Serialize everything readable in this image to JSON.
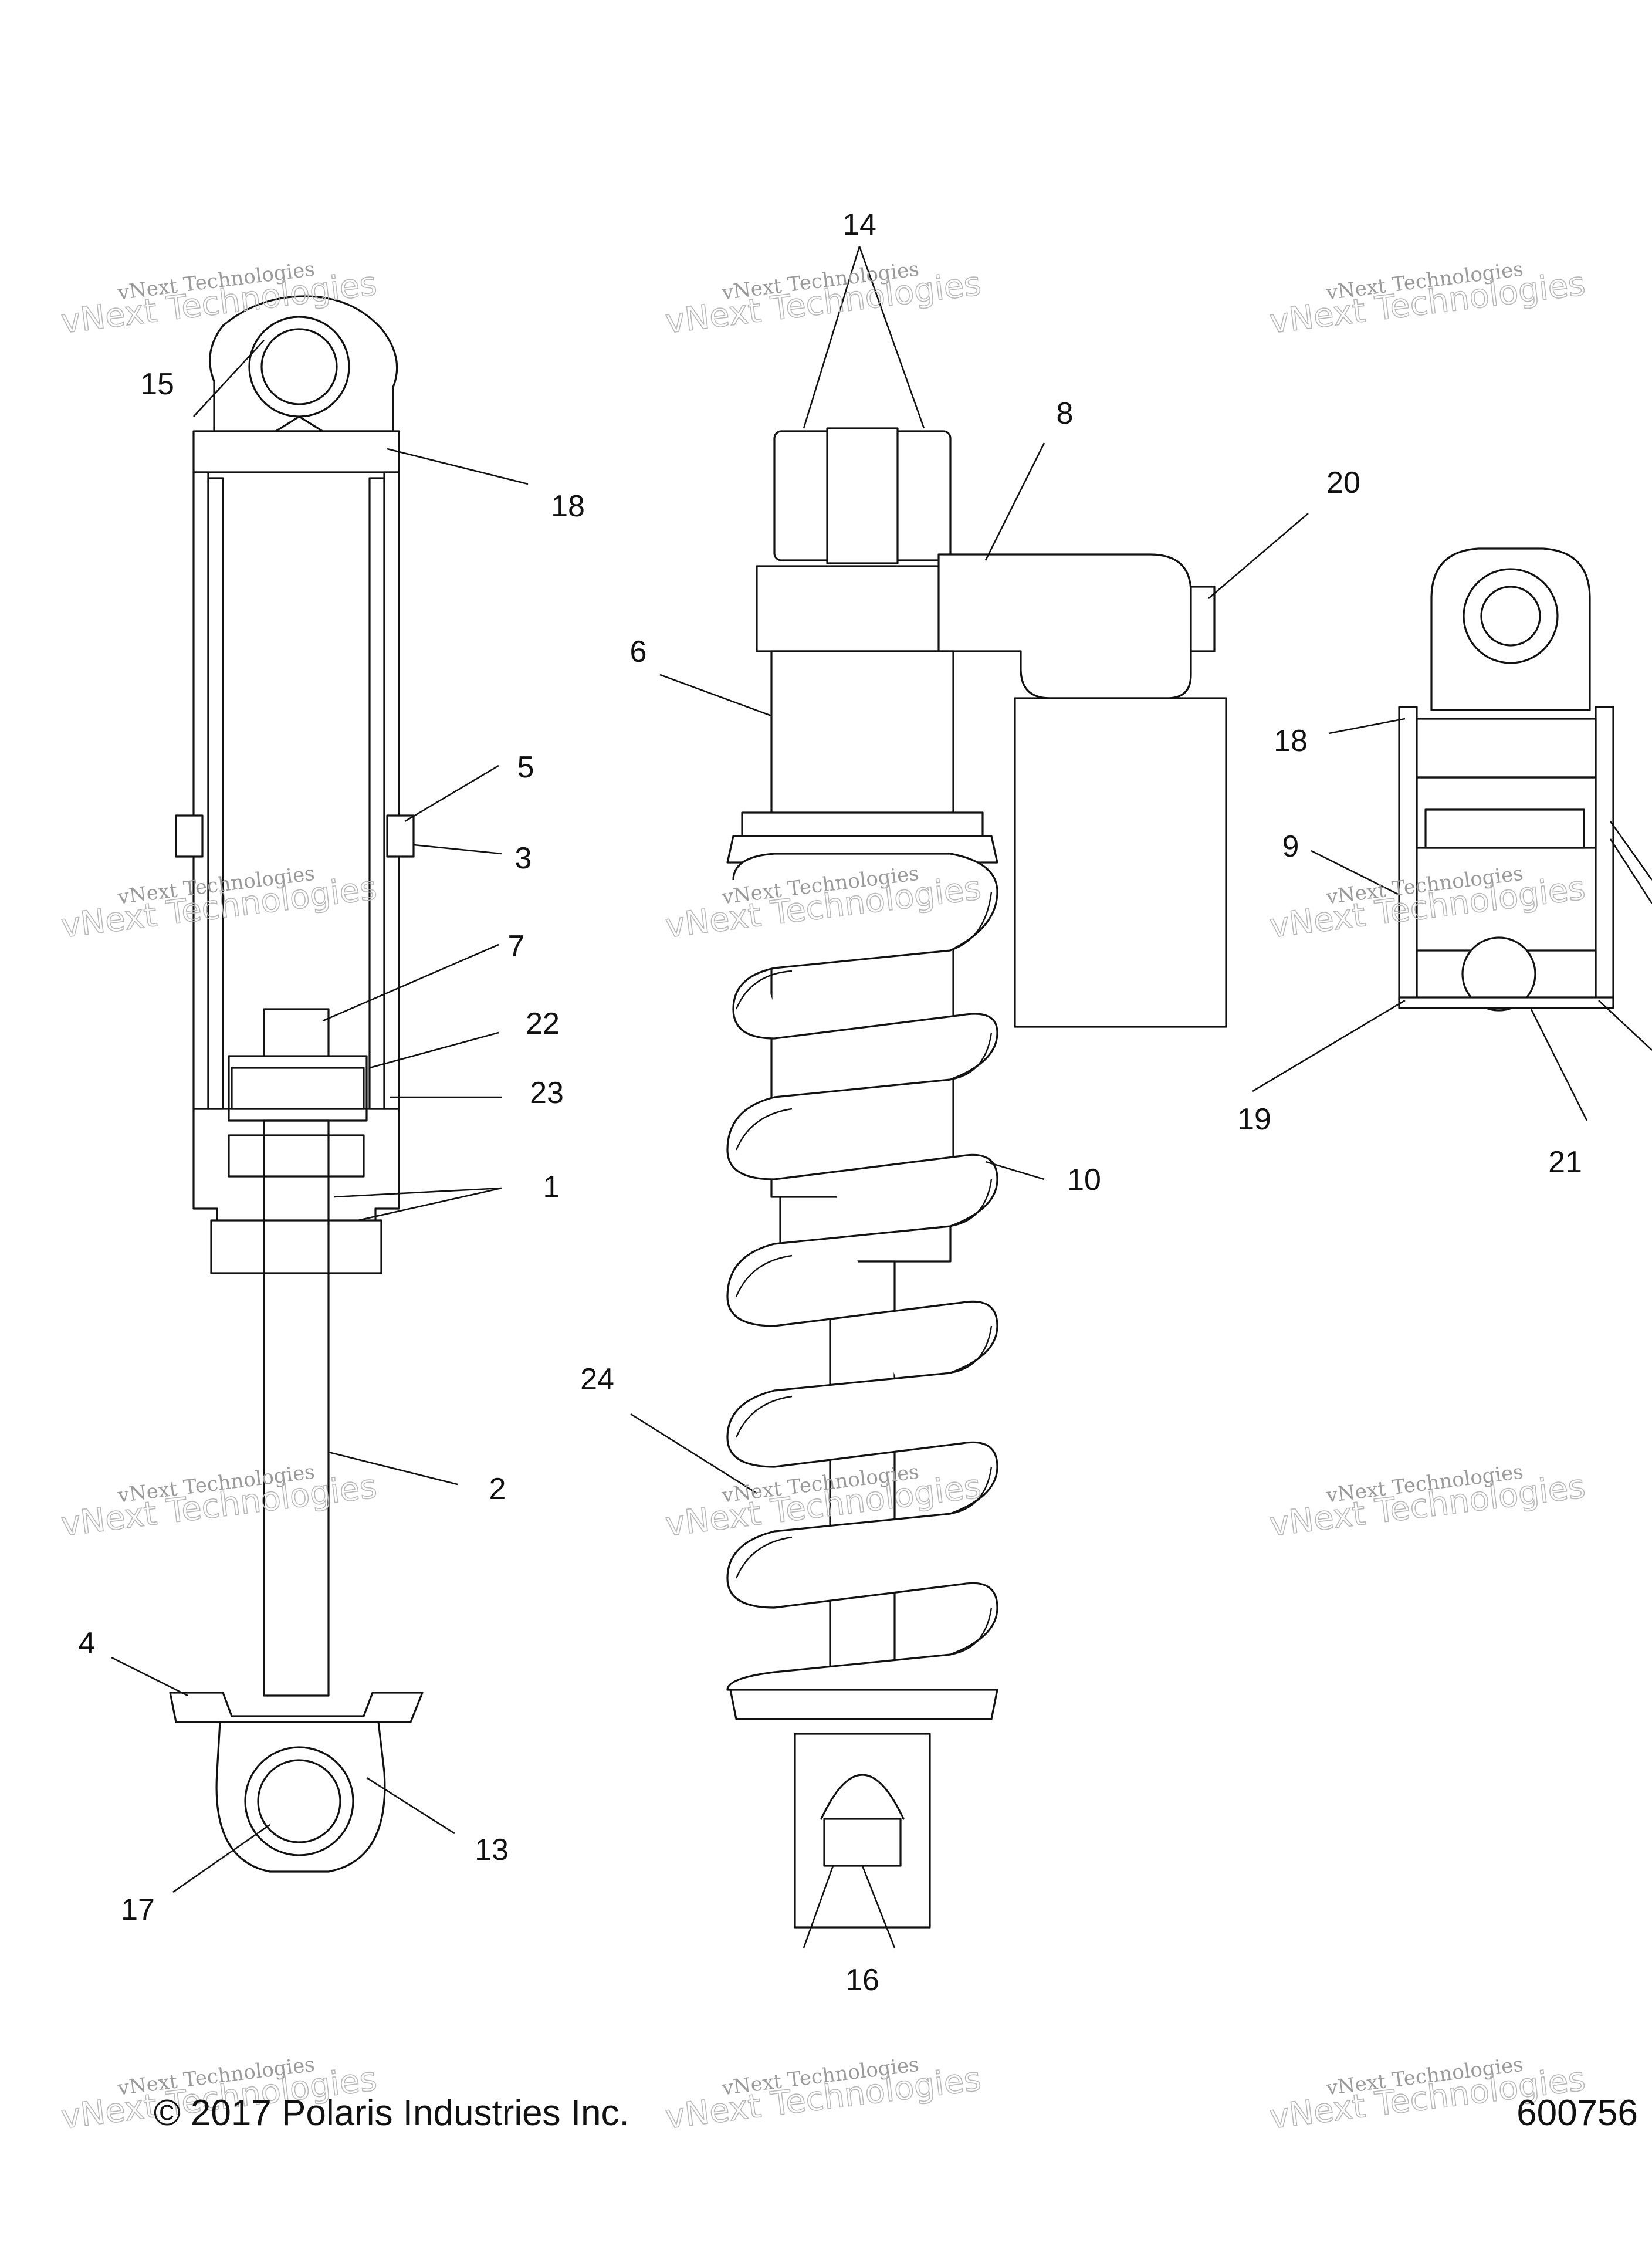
{
  "diagram": {
    "callouts": [
      "1",
      "2",
      "3",
      "4",
      "5",
      "6",
      "7",
      "8",
      "9",
      "10",
      "13",
      "14",
      "15",
      "16",
      "17",
      "18",
      "18",
      "19",
      "20",
      "21",
      "22",
      "23",
      "24"
    ],
    "watermark": {
      "line1": "vNext Technologies",
      "line2": "vNext Technologies"
    }
  },
  "footer": {
    "copyright": "© 2017 Polaris Industries Inc.",
    "part_number": "600756"
  }
}
